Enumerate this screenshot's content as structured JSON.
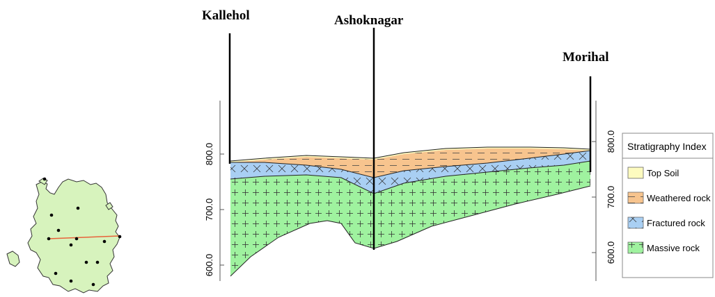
{
  "wells": [
    {
      "name": "Kallehol"
    },
    {
      "name": "Ashoknagar"
    },
    {
      "name": "Morihal"
    }
  ],
  "elevation_axis": {
    "ticks": [
      "600.0",
      "700.0",
      "800.0"
    ]
  },
  "legend": {
    "title": "Stratigraphy Index",
    "items": [
      {
        "label": "Top Soil",
        "color": "#fdfbbf",
        "pattern": "none"
      },
      {
        "label": "Weathered rock",
        "color": "#f7c48e",
        "pattern": "dash"
      },
      {
        "label": "Fractured rock",
        "color": "#a9cff3",
        "pattern": "cross"
      },
      {
        "label": "Massive rock",
        "color": "#9ff29f",
        "pattern": "plus"
      }
    ]
  },
  "layer_colors": {
    "top_soil": "#fdfbbf",
    "weathered": "#f7c48e",
    "fractured": "#a9cff3",
    "massive": "#9ff29f",
    "map_fill": "#d7f3bd",
    "section_line": "#e8623a"
  }
}
